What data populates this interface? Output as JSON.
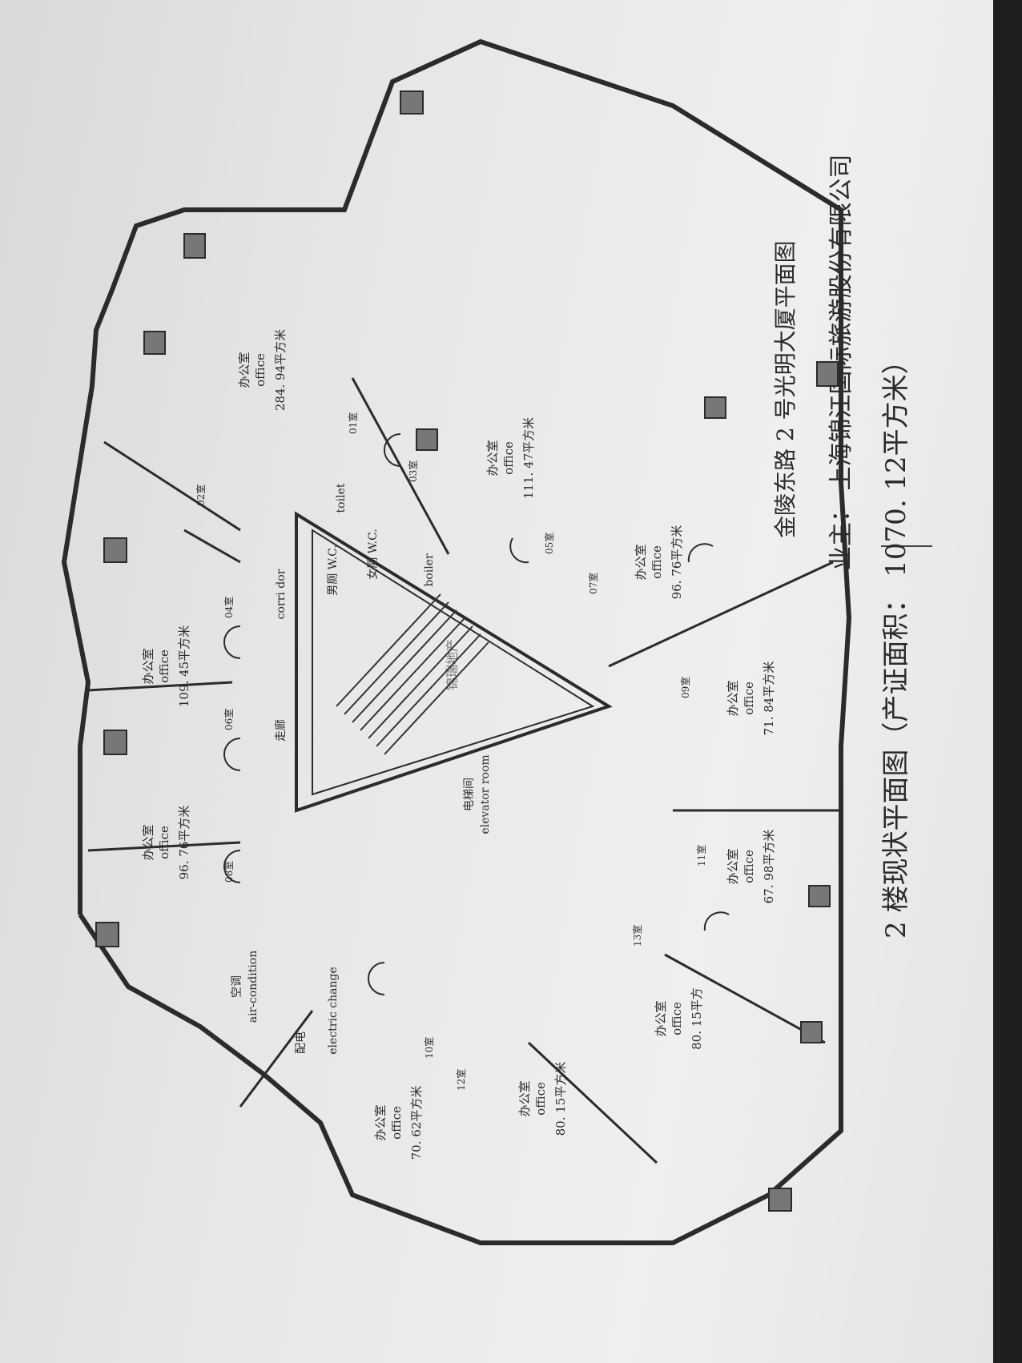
{
  "header": {
    "address": "金陵东路 2 号光明大厦平面图",
    "owner": "业主：  上海锦江国际旅游股份有限公司"
  },
  "footer": {
    "caption": "2  楼现状平面图（产证面积：  1070. 12平方米）"
  },
  "rooms": [
    {
      "id": "r-big",
      "cn": "办公室",
      "en": "office",
      "area": "284. 94平方米"
    },
    {
      "id": "r-03",
      "cn": "办公室",
      "en": "office",
      "area": "111. 47平方米"
    },
    {
      "id": "r-07",
      "cn": "办公室",
      "en": "office",
      "area": "96. 76平方米"
    },
    {
      "id": "r-09",
      "cn": "办公室",
      "en": "office",
      "area": "71. 84平方米"
    },
    {
      "id": "r-11",
      "cn": "办公室",
      "en": "office",
      "area": "67. 98平方米"
    },
    {
      "id": "r-13",
      "cn": "办公室",
      "en": "office",
      "area": "80. 15平方"
    },
    {
      "id": "r-12",
      "cn": "办公室",
      "en": "office",
      "area": "80. 15平方米"
    },
    {
      "id": "r-10",
      "cn": "办公室",
      "en": "office",
      "area": "70. 62平方米"
    },
    {
      "id": "r-08",
      "cn": "办公室",
      "en": "office",
      "area": "96. 76平方米"
    },
    {
      "id": "r-06",
      "cn": "办公室",
      "en": "office",
      "area": "109. 45平方米"
    }
  ],
  "service": {
    "aircon_cn": "空调",
    "aircon_en": "air-condition",
    "elec_cn": "配电",
    "elec_en": "electric change",
    "elevator_cn": "电梯间",
    "elevator_en": "elevator room",
    "corridor_cn": "走廊",
    "corridor_en": "corri dor",
    "toilet": "toilet",
    "wc_m": "男厕 W.C.",
    "wc_f": "女厕 W.C.",
    "boiler": "boiler"
  },
  "room_numbers": [
    "01室",
    "02室",
    "03室",
    "04室",
    "05室",
    "06室",
    "07室",
    "08室",
    "09室",
    "10室",
    "11室",
    "12室",
    "13室"
  ],
  "watermark": "锦瑞地产"
}
